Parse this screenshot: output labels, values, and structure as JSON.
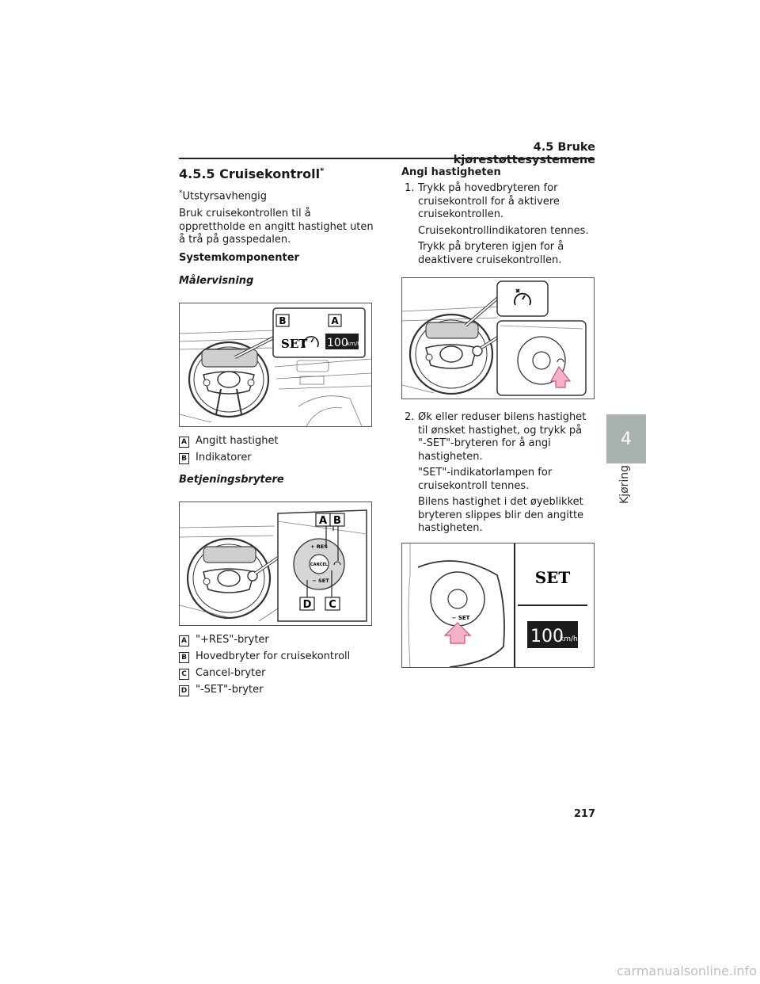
{
  "header": {
    "section": "4.5 Bruke kjørestøttesystemene"
  },
  "side_tab": {
    "number": "4",
    "label": "Kjøring"
  },
  "page_number": "217",
  "left": {
    "title": "4.5.5 Cruisekontroll",
    "title_mark": "*",
    "footnote_mark": "*",
    "footnote": "Utstyrsavhengig",
    "intro": "Bruk cruisekontrollen til å opprettholde en angitt hastighet uten å trå på gasspedalen.",
    "components_heading": "Systemkomponenter",
    "meter_heading": "Målervisning",
    "meter_fig": {
      "badge_a": "A",
      "badge_b": "B",
      "set": "SET",
      "speed": "100",
      "unit": "km/h"
    },
    "meter_labels": [
      {
        "key": "A",
        "text": "Angitt hastighet"
      },
      {
        "key": "B",
        "text": "Indikatorer"
      }
    ],
    "switch_heading": "Betjeningsbrytere",
    "switch_fig": {
      "badge_a": "A",
      "badge_b": "B",
      "badge_c": "C",
      "badge_d": "D",
      "res": "+ RES",
      "cancel": "CANCEL",
      "set": "− SET"
    },
    "switch_labels": [
      {
        "key": "A",
        "text": "\"+RES\"-bryter"
      },
      {
        "key": "B",
        "text": "Hovedbryter for cruisekontroll"
      },
      {
        "key": "C",
        "text": "Cancel-bryter"
      },
      {
        "key": "D",
        "text": "\"-SET\"-bryter"
      }
    ]
  },
  "right": {
    "heading": "Angi hastigheten",
    "step1": {
      "num": "1.",
      "text": "Trykk på hovedbryteren for cruisekontroll for å aktivere cruisekontrollen.",
      "p2": "Cruisekontrollindikatoren tennes.",
      "p3": "Trykk på bryteren igjen for å deaktivere cruisekontrollen."
    },
    "step2": {
      "num": "2.",
      "text": "Øk eller reduser bilens hastighet til ønsket hastighet, og trykk på \"-SET\"-bryteren for å angi hastigheten.",
      "p2": "\"SET\"-indikatorlampen for cruisekontroll tennes.",
      "p3": "Bilens hastighet i det øyeblikket bryteren slippes blir den angitte hastigheten."
    },
    "fig3": {
      "set_label": "− SET",
      "display_set": "SET",
      "speed": "100",
      "unit": "km/h"
    }
  },
  "watermark": "carmanualsonline.info"
}
